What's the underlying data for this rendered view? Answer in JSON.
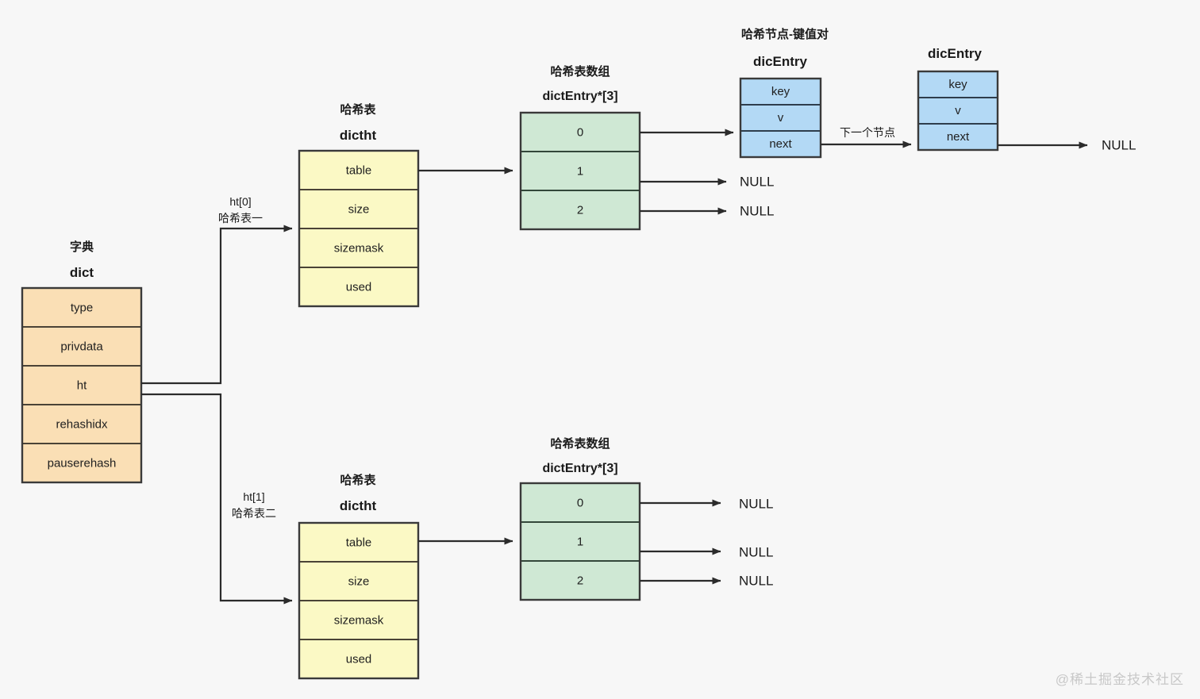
{
  "page": {
    "background_color": "#f7f7f7",
    "watermark": "@稀土掘金技术社区"
  },
  "palette": {
    "dict_fill": "#fadfb5",
    "dictht_fill": "#fbf9c5",
    "array_fill": "#cfe8d4",
    "entry_fill": "#b3d9f5",
    "stroke": "#2b2b2b",
    "text": "#1a1a1a"
  },
  "diagram": {
    "type": "structure-diagram",
    "title_cn": "字典",
    "nodes": {
      "dict": {
        "caption_cn": "字典",
        "caption_en": "dict",
        "fields": [
          "type",
          "privdata",
          "ht",
          "rehashidx",
          "pauserehash"
        ]
      },
      "dictht0": {
        "caption_cn": "哈希表",
        "caption_en": "dictht",
        "edge_label_line1": "ht[0]",
        "edge_label_line2": "哈希表一",
        "fields": [
          "table",
          "size",
          "sizemask",
          "used"
        ]
      },
      "dictht1": {
        "caption_cn": "哈希表",
        "caption_en": "dictht",
        "edge_label_line1": "ht[1]",
        "edge_label_line2": "哈希表二",
        "fields": [
          "table",
          "size",
          "sizemask",
          "used"
        ]
      },
      "array0": {
        "caption_cn": "哈希表数组",
        "caption_en": "dictEntry*[3]",
        "slots": [
          "0",
          "1",
          "2"
        ],
        "slot_targets": [
          "dicEntry",
          "NULL",
          "NULL"
        ]
      },
      "array1": {
        "caption_cn": "哈希表数组",
        "caption_en": "dictEntry*[3]",
        "slots": [
          "0",
          "1",
          "2"
        ],
        "slot_targets": [
          "NULL",
          "NULL",
          "NULL"
        ]
      },
      "entry1": {
        "group_caption_cn": "哈希节点-键值对",
        "caption_en": "dicEntry",
        "fields": [
          "key",
          "v",
          "next"
        ],
        "next_edge_label": "下一个节点"
      },
      "entry2": {
        "caption_en": "dicEntry",
        "fields": [
          "key",
          "v",
          "next"
        ],
        "next_target": "NULL"
      }
    },
    "null_labels": {
      "top_slot1": "NULL",
      "top_slot2": "NULL",
      "entry2_next": "NULL",
      "bottom_slot0": "NULL",
      "bottom_slot1": "NULL",
      "bottom_slot2": "NULL"
    }
  }
}
